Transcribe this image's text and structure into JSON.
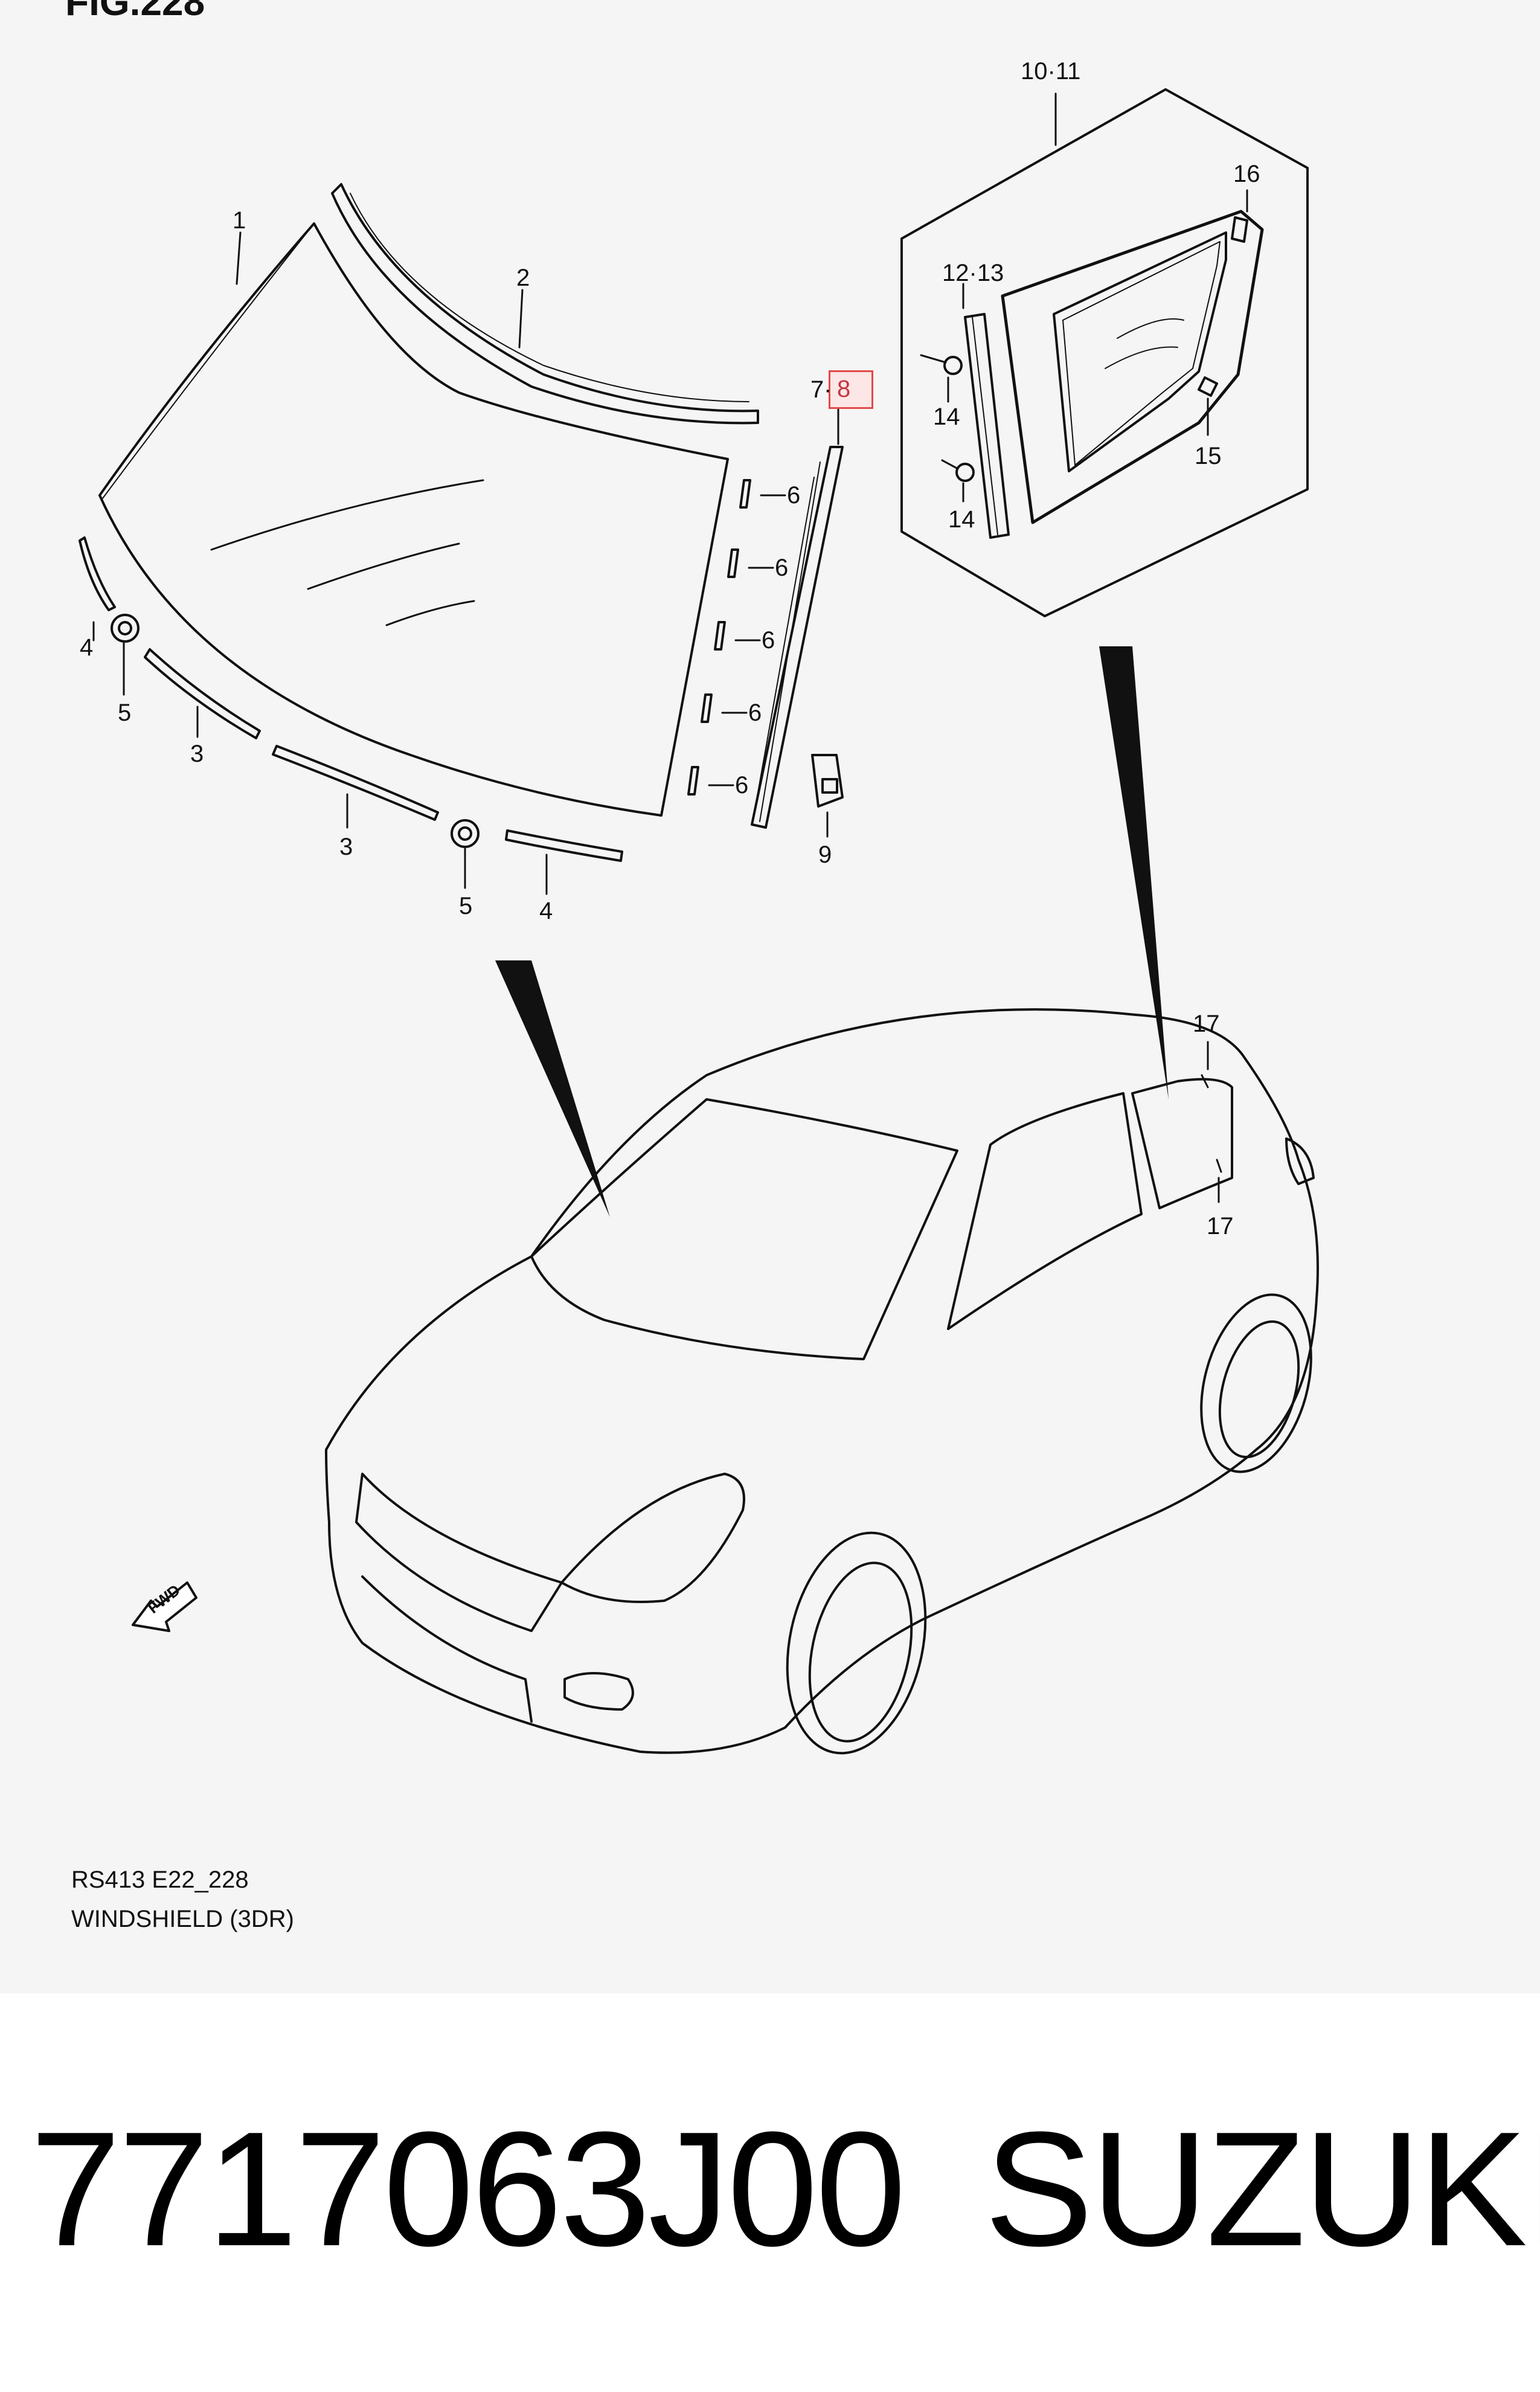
{
  "figure": {
    "title": "FIG.228"
  },
  "callouts": {
    "c1": "1",
    "c2": "2",
    "c3a": "3",
    "c3b": "3",
    "c4a": "4",
    "c4b": "4",
    "c5a": "5",
    "c5b": "5",
    "c6a": "6",
    "c6b": "6",
    "c6c": "6",
    "c6d": "6",
    "c6e": "6",
    "c7": "7",
    "c7dot": "·",
    "c8": "8",
    "c9": "9",
    "c1011": "10·11",
    "c1213": "12·13",
    "c14a": "14",
    "c14b": "14",
    "c15": "15",
    "c16": "16",
    "c17a": "17",
    "c17b": "17"
  },
  "caption": {
    "code": "RS413 E22_228",
    "name": "WINDSHIELD (3DR)"
  },
  "fwd_label": "FWD",
  "footer": {
    "part_number": "7717063J00",
    "brand": "SUZUKI"
  },
  "colors": {
    "highlight_border": "#e24a4a",
    "highlight_fill": "#fde6e6",
    "line": "#111111",
    "background": "#f5f5f5"
  }
}
